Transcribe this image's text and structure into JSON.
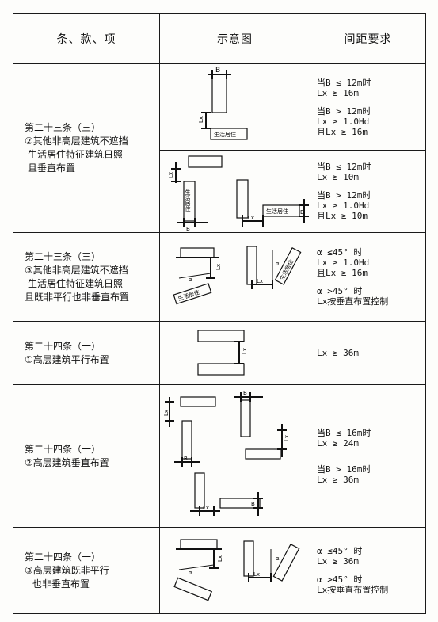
{
  "header": {
    "col1": "条、款、项",
    "col2": "示意图",
    "col3": "间距要求"
  },
  "rows": [
    {
      "clause": [
        "第二十三条（三）",
        "②其他非高层建筑不遮挡",
        "生活居住特征建筑日照",
        "且垂直布置"
      ],
      "req_a": [
        "当B ≤ 12m时",
        "Lx ≥ 16m",
        "",
        "当B > 12m时",
        "Lx ≥ 1.0Hd",
        "且Lx ≥ 16m"
      ],
      "req_b": [
        "当B ≤ 12m时",
        "Lx ≥ 10m",
        "",
        "当B > 12m时",
        "Lx ≥ 1.0Hd",
        "且Lx ≥ 10m"
      ]
    },
    {
      "clause": [
        "第二十三条（三）",
        "③其他非高层建筑不遮挡",
        "生活居住特征建筑日照",
        "且既非平行也非垂直布置"
      ],
      "req": [
        "α ≤45° 时",
        "Lx ≥ 1.0Hd",
        "且Lx ≥ 16m",
        "",
        "α >45° 时",
        "Lx按垂直布置控制"
      ]
    },
    {
      "clause": [
        "第二十四条（一）",
        "①高层建筑平行布置"
      ],
      "req": [
        "Lx ≥ 36m"
      ]
    },
    {
      "clause": [
        "第二十四条（一）",
        "②高层建筑垂直布置"
      ],
      "req": [
        "当B ≤ 16m时",
        "Lx ≥ 24m",
        "",
        "",
        "当B > 16m时",
        "Lx ≥ 36m"
      ]
    },
    {
      "clause": [
        "第二十四条（一）",
        "③高层建筑既非平行",
        "也非垂直布置"
      ],
      "req": [
        "α ≤45° 时",
        "Lx ≥ 36m",
        "",
        "α >45° 时",
        "Lx按垂直布置控制"
      ]
    }
  ],
  "diagram_labels": {
    "b": "B",
    "lx": "Lx",
    "alpha": "α",
    "living": "生活居住"
  }
}
